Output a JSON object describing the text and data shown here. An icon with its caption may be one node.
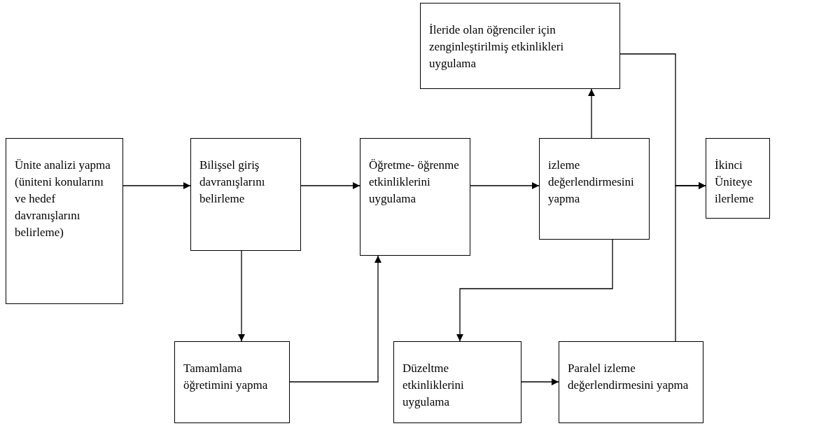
{
  "diagram": {
    "nodes": [
      {
        "text": [
          "Ünite analizi yapma (üniteni konularını ve hedef davranışlarını belirleme)"
        ]
      },
      {
        "text": [
          "Bilişsel giriş davranışlarını belirleme"
        ]
      },
      {
        "text": [
          "Öğretme- öğrenme etkinliklerini uygulama"
        ]
      },
      {
        "text": [
          "izleme değerlendirmesini yapma"
        ]
      },
      {
        "text": [
          "İleride olan öğrenciler için zenginleştirilmiş etkinlikleri uygulama"
        ]
      },
      {
        "text": [
          "İkinci Üniteye ilerleme"
        ]
      },
      {
        "text": [
          "Tamamlama öğretimini yapma"
        ]
      },
      {
        "text": [
          "Düzeltme etkinliklerini uygulama"
        ]
      },
      {
        "text": [
          "Paralel izleme değerlendirmesini yapma"
        ]
      }
    ],
    "edges": [
      {
        "from": 0,
        "to": 1,
        "arrow": "to"
      },
      {
        "from": 1,
        "to": 2,
        "arrow": "to"
      },
      {
        "from": 2,
        "to": 3,
        "arrow": "to"
      },
      {
        "from": 3,
        "to": 4,
        "arrow": "to"
      },
      {
        "from": 1,
        "to": 6,
        "arrow": "to"
      },
      {
        "from": 6,
        "to": 2,
        "arrow": "to"
      },
      {
        "from": 3,
        "to": 7,
        "arrow": "to"
      },
      {
        "from": 7,
        "to": 8,
        "arrow": "to"
      },
      {
        "from": 4,
        "to": 5,
        "arrow": "to"
      },
      {
        "from": 8,
        "to": 5,
        "arrow": "to"
      }
    ]
  }
}
